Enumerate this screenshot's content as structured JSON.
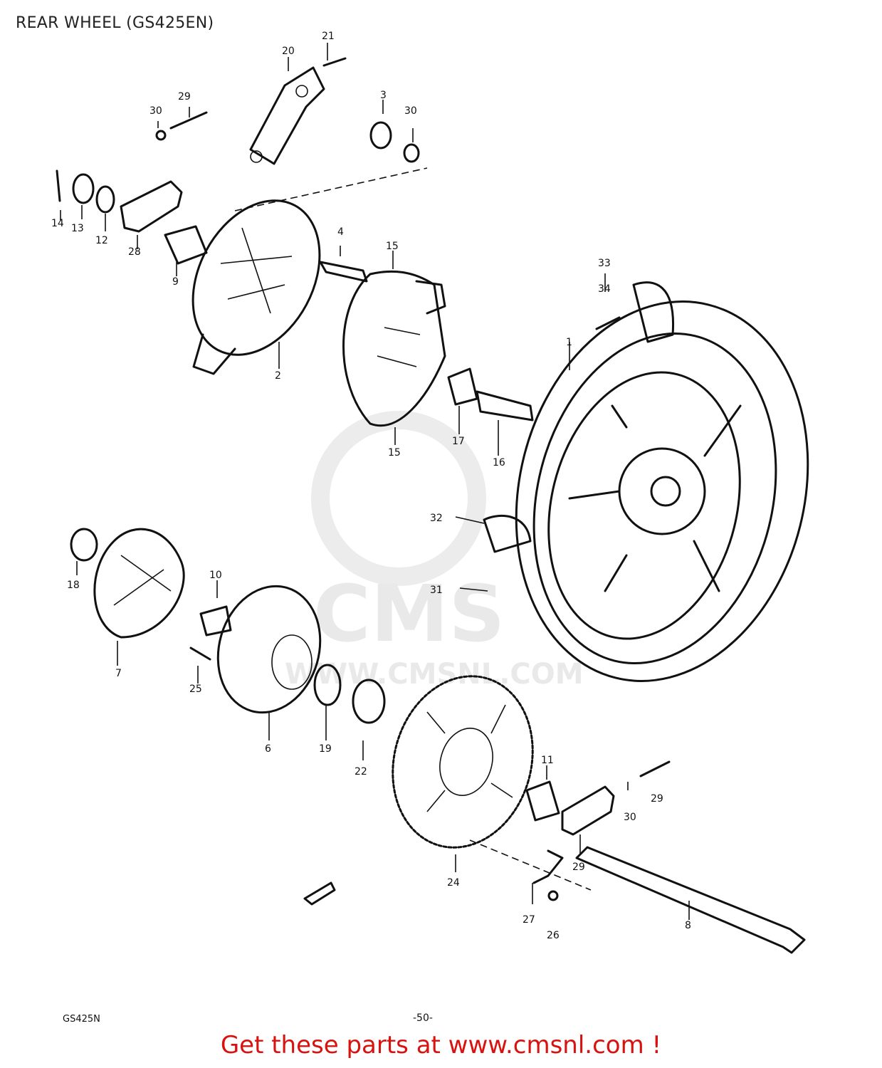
{
  "title": "REAR WHEEL (GS425EN)",
  "footer": {
    "model_code": "GS425N",
    "page_number": "-50-",
    "cta_text": "Get these parts at www.cmsnl.com !"
  },
  "watermark": {
    "brand": "CMS",
    "url": "WWW.CMSNL.COM"
  },
  "labels": {
    "p1": "1",
    "p2": "2",
    "p3": "3",
    "p4": "4",
    "p6": "6",
    "p7": "7",
    "p8": "8",
    "p9": "9",
    "p10": "10",
    "p11": "11",
    "p12": "12",
    "p13": "13",
    "p14": "14",
    "p15a": "15",
    "p15b": "15",
    "p16": "16",
    "p17": "17",
    "p18": "18",
    "p19": "19",
    "p20": "20",
    "p21": "21",
    "p22": "22",
    "p24": "24",
    "p25": "25",
    "p26": "26",
    "p27": "27",
    "p28": "28",
    "p29a": "29",
    "p29b": "29",
    "p29c": "29",
    "p30a": "30",
    "p30b": "30",
    "p31": "31",
    "p32": "32",
    "p33": "33",
    "p34": "34"
  },
  "colors": {
    "cta": "#d8120e",
    "ink": "#111111",
    "watermark": "#e9e9e9"
  }
}
